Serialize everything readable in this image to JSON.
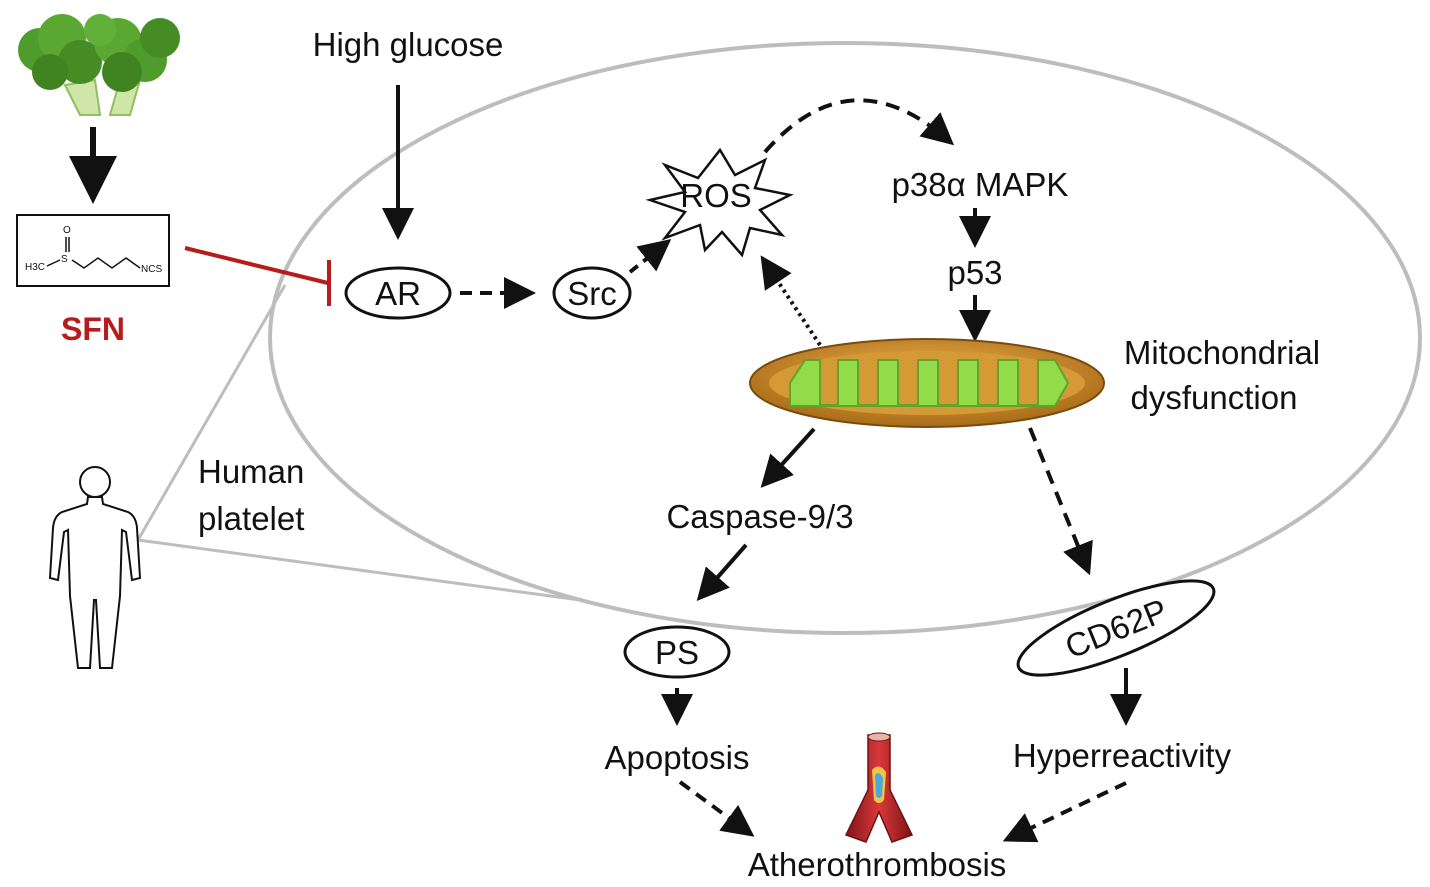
{
  "labels": {
    "high_glucose": "High glucose",
    "ar": "AR",
    "src": "Src",
    "ros": "ROS",
    "p38": "p38α MAPK",
    "p53": "p53",
    "mito_line1": "Mitochondrial",
    "mito_line2": "dysfunction",
    "caspase": "Caspase-9/3",
    "ps": "PS",
    "cd62p": "CD62P",
    "apoptosis": "Apoptosis",
    "hyperreactivity": "Hyperreactivity",
    "atherothrombosis": "Atherothrombosis",
    "human_line1": "Human",
    "human_line2": "platelet",
    "sfn": "SFN"
  },
  "structure": {
    "ch3": "H3C",
    "s": "S",
    "o": "O",
    "ncs": "NCS"
  },
  "colors": {
    "arrow": "#111111",
    "inhibit": "#b71c1c",
    "sfn_text": "#b71c1c",
    "cell_outline": "#bdbdbd",
    "mito_outer": "#c98a2a",
    "mito_inner": "#8ee04a",
    "broccoli": "#4f9b2c",
    "vessel": "#b3262a"
  },
  "icons": [
    "broccoli-icon",
    "human-body-icon",
    "mitochondrion-icon",
    "blood-vessel-icon",
    "ros-burst-icon"
  ]
}
